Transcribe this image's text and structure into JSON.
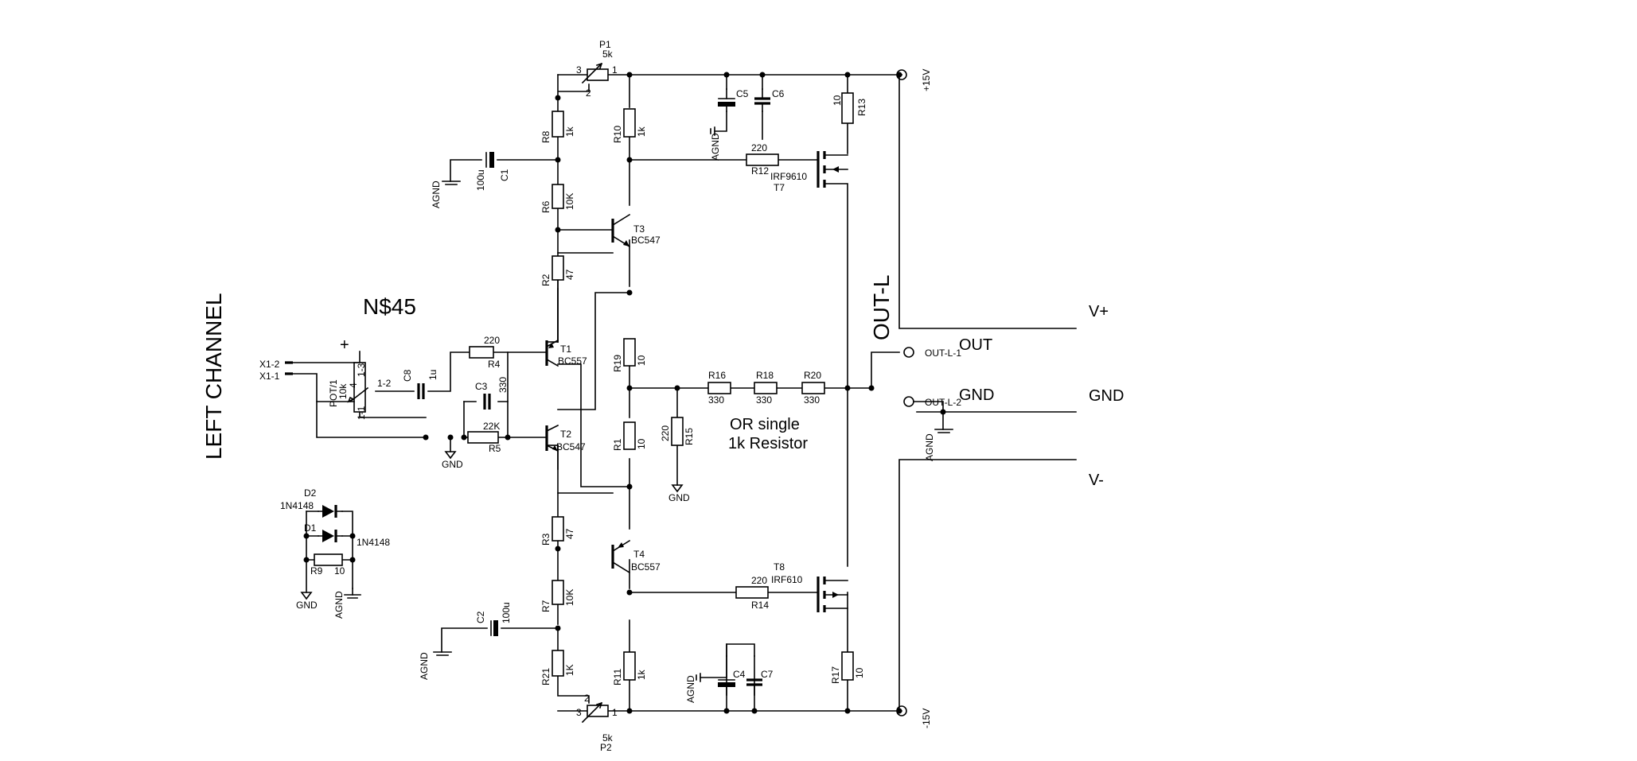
{
  "headings": {
    "channel": "LEFT CHANNEL",
    "net": "N$45",
    "out_l": "OUT-L",
    "plus_sign": "+",
    "note_line1": "OR single",
    "note_line2": "1k Resistor"
  },
  "terminals": {
    "vplus": "V+",
    "gnd": "GND",
    "vminus": "V-",
    "out": "OUT",
    "gnd_short": "GND",
    "out_l1": "OUT-L-1",
    "out_l2": "OUT-L-2",
    "x1_2": "X1-2",
    "x1_1": "X1-1",
    "supply_pos": "+15V",
    "supply_neg": "-15V"
  },
  "components": {
    "p1": {
      "name": "P1",
      "value": "5k",
      "pin3": "3",
      "pin2": "2",
      "pin1": "1"
    },
    "p2": {
      "name": "P2",
      "value": "5k",
      "pin3": "3",
      "pin2": "2",
      "pin1": "1"
    },
    "pot1": {
      "name": "POT/1",
      "value": "10k",
      "pin_a": "1-3",
      "pin_b": "1-2",
      "pin_c": "1-1",
      "pin_n": "4"
    },
    "r1": {
      "name": "R1",
      "value": "10"
    },
    "r2": {
      "name": "R2",
      "value": "47"
    },
    "r3": {
      "name": "R3",
      "value": "47"
    },
    "r4": {
      "name": "R4",
      "value": "220"
    },
    "r5": {
      "name": "R5",
      "value": "22K"
    },
    "r6": {
      "name": "R6",
      "value": "10K"
    },
    "r7": {
      "name": "R7",
      "value": "10K"
    },
    "r8": {
      "name": "R8",
      "value": "1k"
    },
    "r9": {
      "name": "R9",
      "value": "10"
    },
    "r10": {
      "name": "R10",
      "value": "1k"
    },
    "r11": {
      "name": "R11",
      "value": "1k"
    },
    "r12": {
      "name": "R12",
      "value": "220"
    },
    "r13": {
      "name": "R13",
      "value": "10"
    },
    "r14": {
      "name": "R14",
      "value": "220"
    },
    "r15": {
      "name": "R15",
      "value": "220"
    },
    "r16": {
      "name": "R16",
      "value": "330"
    },
    "r17": {
      "name": "R17",
      "value": "10"
    },
    "r18": {
      "name": "R18",
      "value": "330"
    },
    "r19": {
      "name": "R19",
      "value": "10"
    },
    "r20": {
      "name": "R20",
      "value": "330"
    },
    "r21": {
      "name": "R21",
      "value": "1K"
    },
    "c1": {
      "name": "C1",
      "value": "100u"
    },
    "c2": {
      "name": "C2",
      "value": "100u"
    },
    "c3": {
      "name": "C3",
      "value": "330"
    },
    "c4": {
      "name": "C4"
    },
    "c5": {
      "name": "C5"
    },
    "c6": {
      "name": "C6"
    },
    "c7": {
      "name": "C7"
    },
    "c8": {
      "name": "C8",
      "value": "1u"
    },
    "t1": {
      "name": "T1",
      "value": "BC557"
    },
    "t2": {
      "name": "T2",
      "value": "BC547"
    },
    "t3": {
      "name": "T3",
      "value": "BC547"
    },
    "t4": {
      "name": "T4",
      "value": "BC557"
    },
    "t7": {
      "name": "T7",
      "value": "IRF9610"
    },
    "t8": {
      "name": "T8",
      "value": "IRF610"
    },
    "d1": {
      "name": "D1",
      "value": "1N4148"
    },
    "d2": {
      "name": "D2",
      "value": "1N4148"
    }
  },
  "grounds": {
    "agnd": "AGND",
    "gnd": "GND"
  }
}
